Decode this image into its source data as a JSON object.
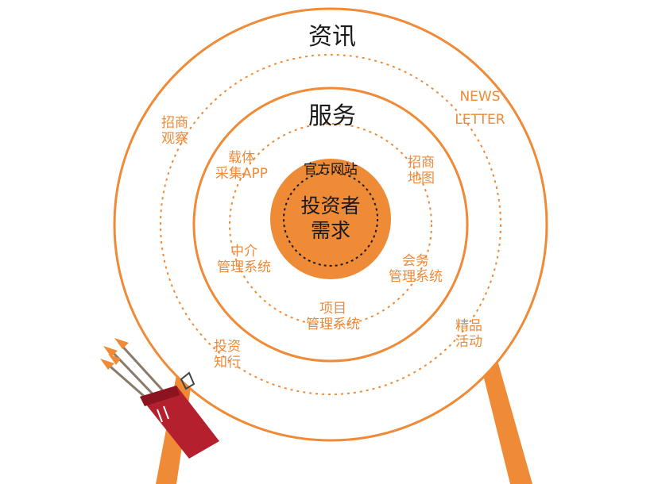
{
  "palette": {
    "orange": "#ef8a36",
    "dark_text": "#1a1a1a",
    "quiver_red": "#b5202e"
  },
  "rings": {
    "outer_title": "资讯",
    "middle_title": "服务"
  },
  "core": {
    "top_label": "官方网站",
    "main_line1": "投资者",
    "main_line2": "需求"
  },
  "outer_items": {
    "newsletter": {
      "line1": "NEWS",
      "line2": "LETTER"
    },
    "investment_observe": {
      "line1": "招商",
      "line2": "观察"
    },
    "featured_events": {
      "line1": "精品",
      "line2": "活动"
    },
    "invest_knowledge": {
      "line1": "投资",
      "line2": "知行"
    }
  },
  "middle_items": {
    "carrier_app": {
      "line1": "载体",
      "line2": "采集APP"
    },
    "investment_map": {
      "line1": "招商",
      "line2": "地图"
    },
    "agency_system": {
      "line1": "中介",
      "line2": "管理系统"
    },
    "meeting_system": {
      "line1": "会务",
      "line2": "管理系统"
    },
    "project_system": {
      "line1": "项目",
      "line2": "管理系统"
    }
  },
  "icons": {
    "stand": "target-stand-icon",
    "quiver": "arrow-quiver-icon"
  }
}
